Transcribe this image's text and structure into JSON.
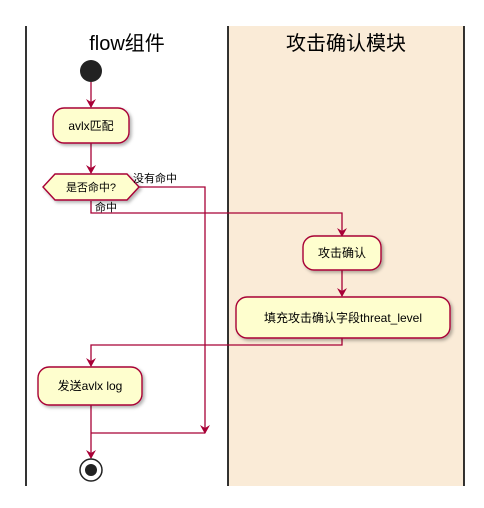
{
  "lanes": [
    {
      "id": "flow",
      "title": "flow组件"
    },
    {
      "id": "attack",
      "title": "攻击确认模块"
    }
  ],
  "nodes": {
    "avlx_match": "avlx匹配",
    "hit_decision": "是否命中?",
    "attack_confirm": "攻击确认",
    "fill_field": "填充攻击确认字段threat_level",
    "send_log": "发送avlx log"
  },
  "edge_labels": {
    "no_hit": "没有命中",
    "hit": "命中"
  },
  "colors": {
    "activity_fill": "#FEFECE",
    "activity_border": "#A80036",
    "arrow": "#A80036",
    "lane_attack_fill": "#FAEBD7",
    "lane_line": "#000000"
  }
}
